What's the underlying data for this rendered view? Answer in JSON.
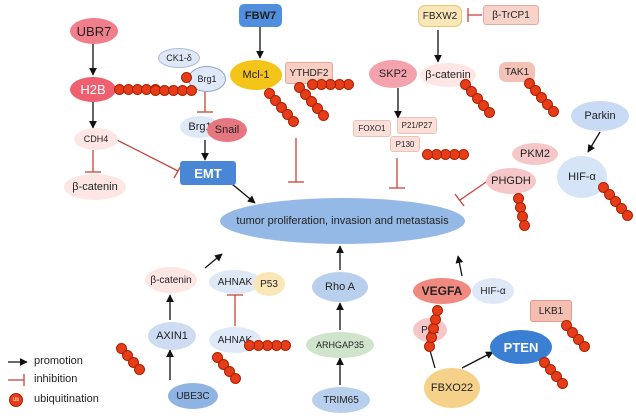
{
  "nodes": {
    "UBR7": "UBR7",
    "H2B": "H2B",
    "CDH4": "CDH4",
    "beta_catenin_left": "β-catenin",
    "CK1_delta": "CK1-δ",
    "Brg1_top": "Brg1",
    "Brg1_lower": "Brg1",
    "Snail": "Snail",
    "EMT": "EMT",
    "FBW7": "FBW7",
    "Mcl1": "Mcl-1",
    "YTHDF2": "YTHDF2",
    "SKP2": "SKP2",
    "FOXO1": "FOXO1",
    "P21_P27": "P21/P27",
    "P130": "P130",
    "FBXW2": "FBXW2",
    "beta_TrCP1": "β-TrCP1",
    "beta_catenin_top": "β-catenin",
    "TAK1": "TAK1",
    "Parkin": "Parkin",
    "PKM2": "PKM2",
    "PHGDH": "PHGDH",
    "HIF_alpha_right": "HIF-α",
    "tumor": "tumor proliferation, invasion and metastasis",
    "beta_catenin_bottom": "β-catenin",
    "AXIN1": "AXIN1",
    "UBE3C": "UBE3C",
    "AHNAK_top": "AHNAK",
    "P53": "P53",
    "AHNAK_bottom": "AHNAK",
    "RhoA": "Rho A",
    "ARHGAP35": "ARHGAP35",
    "TRIM65": "TRIM65",
    "VEGFA": "VEGFA",
    "HIF_alpha_bottom": "HIF-α",
    "LKB1": "LKB1",
    "P21": "P21",
    "PTEN": "PTEN",
    "FBXO22": "FBXO22"
  },
  "legend": {
    "promotion": "promotion",
    "inhibition": "inhibition",
    "ubiquitination": "ubiquitination",
    "ub_symbol": "Ub"
  },
  "colors": {
    "arrow": "#111111",
    "inhibition": "#c8443a",
    "ubiquitin": "#e63c1a"
  }
}
